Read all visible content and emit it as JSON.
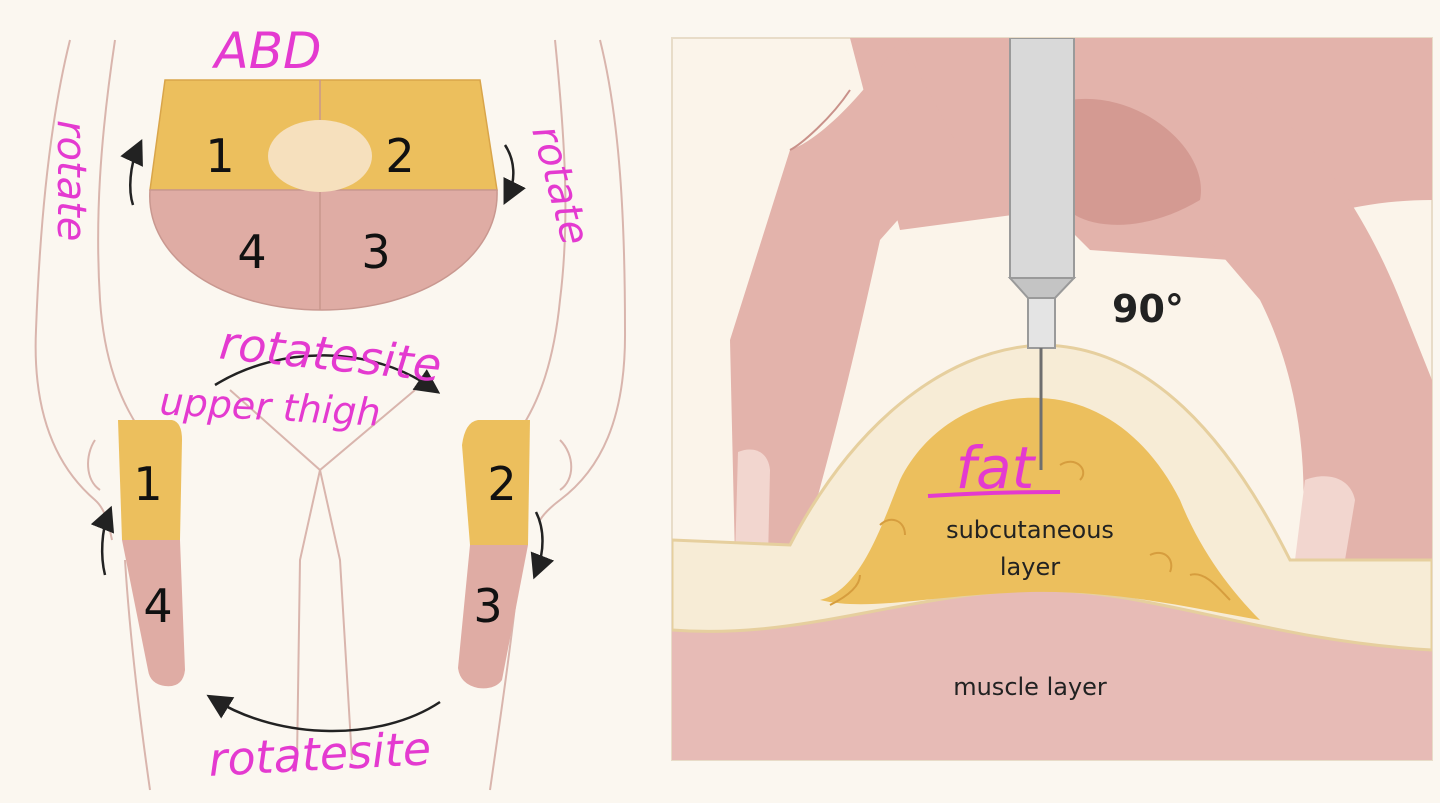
{
  "left_panel": {
    "abdomen_title": "ABD",
    "abdomen_zones": [
      "1",
      "2",
      "4",
      "3"
    ],
    "rotate_left": "rotate",
    "rotate_right": "rotate",
    "rotate_site_middle": "rotatesite",
    "upper_thigh_label": "upper thigh",
    "thigh_left_zones": [
      "1",
      "4"
    ],
    "thigh_right_zones": [
      "2",
      "3"
    ],
    "rotate_site_bottom": "rotatesite"
  },
  "right_panel": {
    "angle_label": "90°",
    "fat_label": "fat",
    "subcutaneous_line1": "subcutaneous",
    "subcutaneous_line2": "layer",
    "muscle_label": "muscle layer"
  },
  "colors": {
    "background": "#fbf7f0",
    "zone_yellow": "#ecbf5d",
    "zone_pink": "#dfaca4",
    "skin": "#e3b3ab",
    "skin_dark": "#d49a92",
    "dermis": "#f7ecd6",
    "fat": "#ecbf5d",
    "muscle": "#e7bbb6",
    "annotation": "#e43ad0"
  }
}
